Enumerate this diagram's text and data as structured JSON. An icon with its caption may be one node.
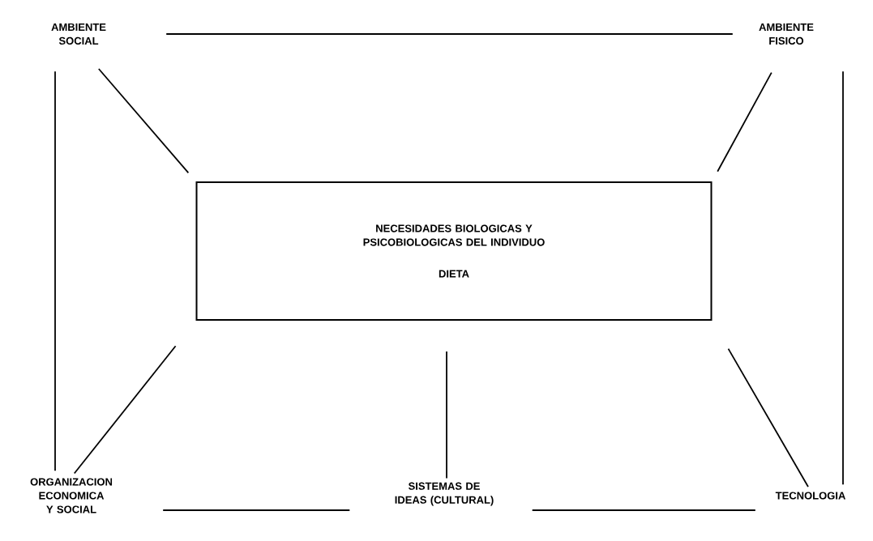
{
  "diagram": {
    "nodes": [
      {
        "text": [
          "AMBIENTE SOCIAL"
        ]
      },
      {
        "text": [
          "AMBIENTE FISICO"
        ]
      },
      {
        "text": [
          "NECESIDADES BIOLOGICAS Y PSICOBIOLOGICAS DEL INDIVIDUO",
          "DIETA"
        ]
      },
      {
        "text": [
          "ORGANIZACION ECONOMICA Y SOCIAL"
        ]
      },
      {
        "text": [
          "SISTEMAS DE IDEAS (CULTURAL)"
        ]
      },
      {
        "text": [
          "TECNOLOGIA"
        ]
      }
    ],
    "edges": [
      {
        "from": 0,
        "to": 1,
        "arrow": "none"
      },
      {
        "from": 0,
        "to": 3,
        "arrow": "none"
      },
      {
        "from": 1,
        "to": 5,
        "arrow": "none"
      },
      {
        "from": 0,
        "to": 2,
        "arrow": "none"
      },
      {
        "from": 1,
        "to": 2,
        "arrow": "none"
      },
      {
        "from": 3,
        "to": 2,
        "arrow": "none"
      },
      {
        "from": 4,
        "to": 2,
        "arrow": "none"
      },
      {
        "from": 5,
        "to": 2,
        "arrow": "none"
      },
      {
        "from": 3,
        "to": 4,
        "arrow": "none"
      },
      {
        "from": 4,
        "to": 5,
        "arrow": "none"
      }
    ]
  }
}
